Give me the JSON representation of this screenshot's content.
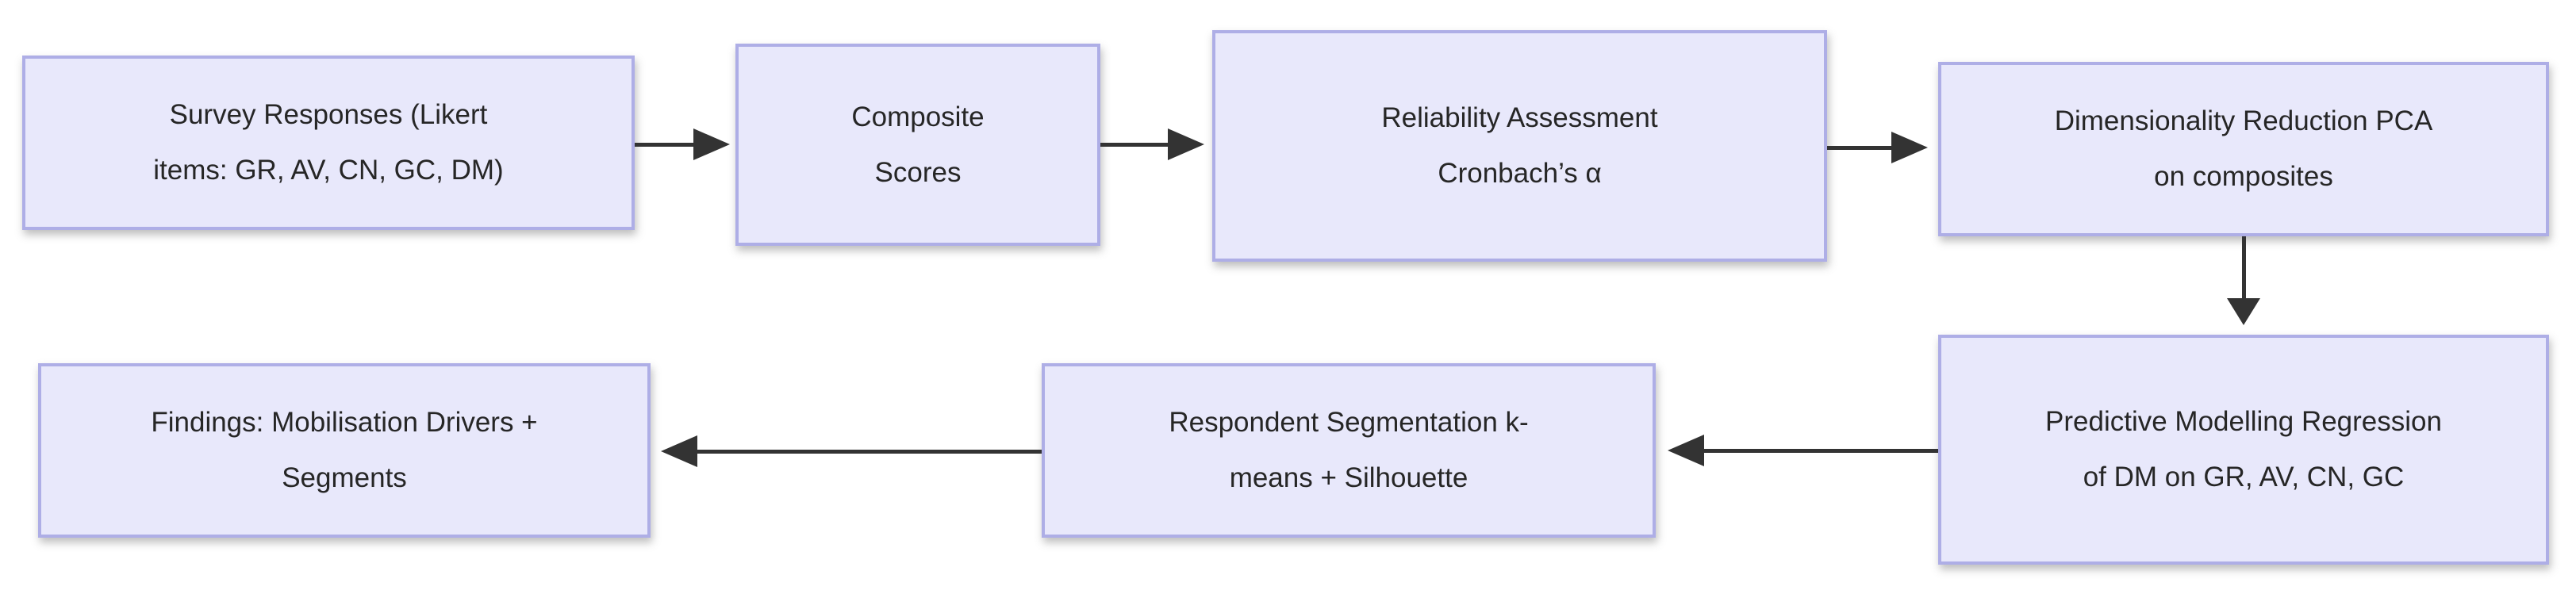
{
  "diagram": {
    "type": "flowchart",
    "direction": "left-to-right, wrapping to second row",
    "colors": {
      "node_fill": "#e8e8fb",
      "node_border": "#aeaee6",
      "arrow": "#333333",
      "text": "#262626",
      "background": "#ffffff"
    },
    "nodes": [
      {
        "id": "survey-responses",
        "label": "Survey Responses (Likert\nitems: GR, AV, CN, GC, DM)"
      },
      {
        "id": "composite-scores",
        "label": "Composite\nScores"
      },
      {
        "id": "reliability-assessment",
        "label": "Reliability Assessment\nCronbach’s α"
      },
      {
        "id": "dimensionality-reduction",
        "label": "Dimensionality Reduction PCA\non composites"
      },
      {
        "id": "predictive-modelling",
        "label": "Predictive Modelling Regression\nof DM on GR, AV, CN, GC"
      },
      {
        "id": "respondent-segmentation",
        "label": "Respondent Segmentation k-\nmeans + Silhouette"
      },
      {
        "id": "findings",
        "label": "Findings: Mobilisation Drivers +\nSegments"
      }
    ],
    "edges": [
      {
        "from": "survey-responses",
        "to": "composite-scores",
        "direction": "right"
      },
      {
        "from": "composite-scores",
        "to": "reliability-assessment",
        "direction": "right"
      },
      {
        "from": "reliability-assessment",
        "to": "dimensionality-reduction",
        "direction": "right"
      },
      {
        "from": "dimensionality-reduction",
        "to": "predictive-modelling",
        "direction": "down"
      },
      {
        "from": "predictive-modelling",
        "to": "respondent-segmentation",
        "direction": "left"
      },
      {
        "from": "respondent-segmentation",
        "to": "findings",
        "direction": "left"
      }
    ]
  }
}
